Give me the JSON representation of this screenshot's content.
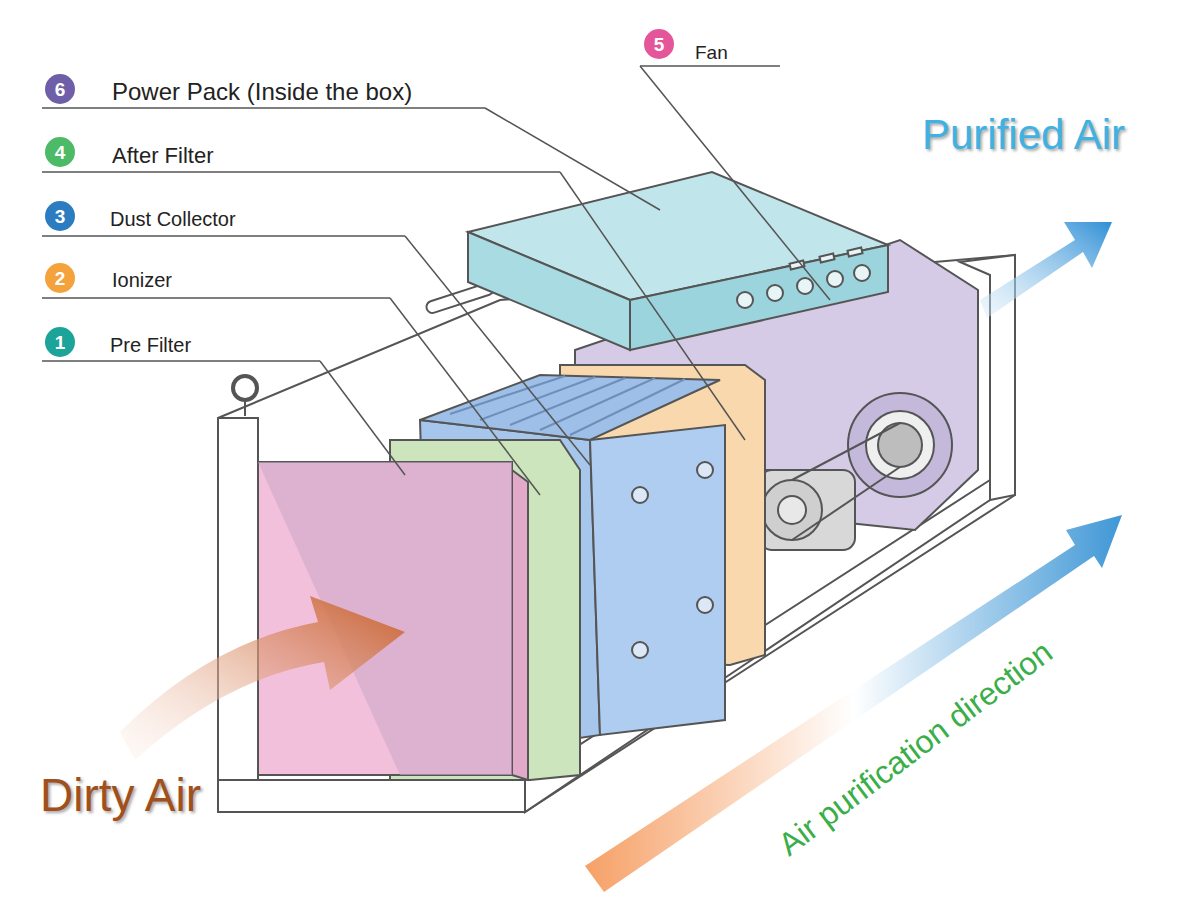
{
  "diagram": {
    "nodes": [
      {
        "text": [
          "5"
        ]
      },
      {
        "text": [
          "6"
        ]
      },
      {
        "text": [
          "4"
        ]
      },
      {
        "text": [
          "3"
        ]
      },
      {
        "text": [
          "2"
        ]
      },
      {
        "text": [
          "1"
        ]
      }
    ],
    "labels": [
      "Fan",
      "Power Pack (Inside the box)",
      "After Filter",
      "Dust Collector",
      "Ionizer",
      "Pre Filter",
      "Purified Air",
      "Dirty Air",
      "Air purification direction"
    ]
  }
}
